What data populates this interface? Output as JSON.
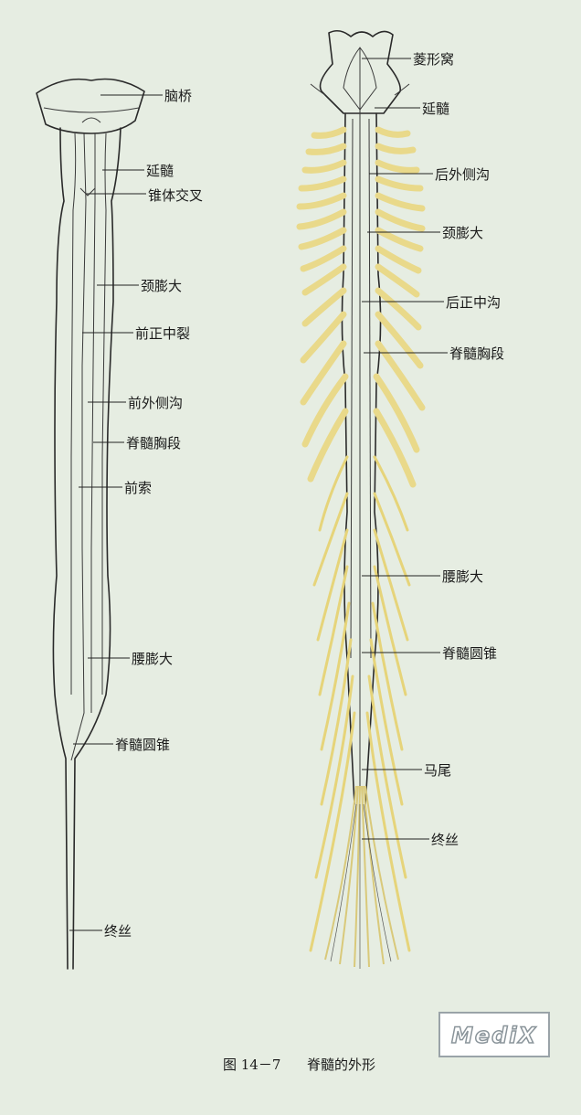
{
  "left_labels": [
    "脑桥",
    "延髓",
    "锥体交叉",
    "颈膨大",
    "前正中裂",
    "前外侧沟",
    "脊髓胸段",
    "前索",
    "腰膨大",
    "脊髓圆锥",
    "终丝"
  ],
  "right_labels": [
    "菱形窝",
    "延髓",
    "后外侧沟",
    "颈膨大",
    "后正中沟",
    "脊髓胸段",
    "腰膨大",
    "脊髓圆锥",
    "马尾",
    "终丝"
  ],
  "caption": {
    "figure_number": "图 14－7",
    "title": "脊髓的外形"
  },
  "watermark": "MediX",
  "colors": {
    "background": "#e6ede2",
    "nerve": "#e9d98a",
    "outline": "#2a2a2a"
  }
}
